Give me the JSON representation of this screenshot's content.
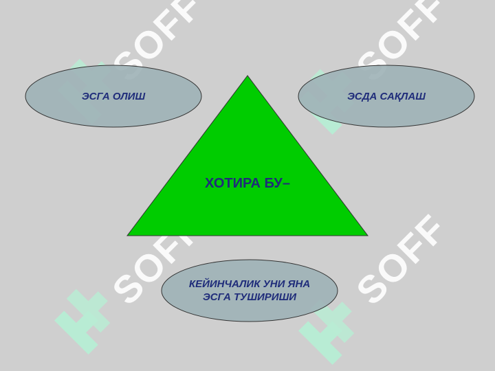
{
  "watermark": {
    "text": "SOFF",
    "color": "#ffffff",
    "mark_color": "#b8ecd4"
  },
  "diagram": {
    "center": {
      "label": "ХОТИРА БУ–",
      "fill": "#00cc00"
    },
    "nodes": [
      {
        "label": "ЭСГА ОЛИШ"
      },
      {
        "label": "ЭСДА САҚЛАШ"
      },
      {
        "label_line1": "КЕЙИНЧАЛИК УНИ ЯНА",
        "label_line2": "ЭСГА ТУШИРИШИ"
      }
    ],
    "oval_fill": "#9fb3b7",
    "text_color": "#1f2c7a"
  }
}
